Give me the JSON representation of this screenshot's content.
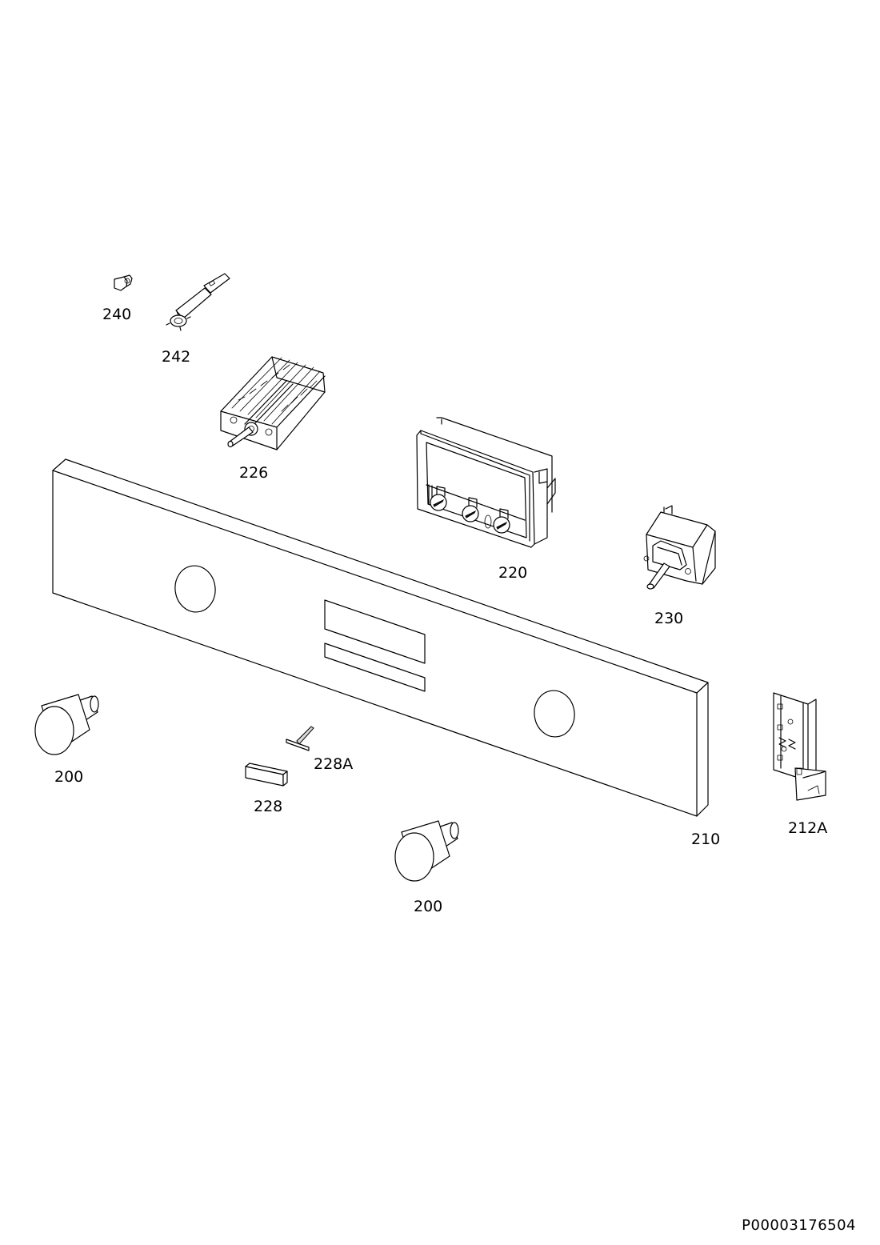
{
  "parts": [
    {
      "id": "part-240",
      "label": "240"
    },
    {
      "id": "part-242",
      "label": "242"
    },
    {
      "id": "part-226",
      "label": "226"
    },
    {
      "id": "part-220",
      "label": "220"
    },
    {
      "id": "part-230",
      "label": "230"
    },
    {
      "id": "part-210",
      "label": "210"
    },
    {
      "id": "part-212a",
      "label": "212A"
    },
    {
      "id": "part-200-left",
      "label": "200"
    },
    {
      "id": "part-200-bottom",
      "label": "200"
    },
    {
      "id": "part-228a",
      "label": "228A"
    },
    {
      "id": "part-228",
      "label": "228"
    }
  ],
  "document_id": "P00003176504"
}
